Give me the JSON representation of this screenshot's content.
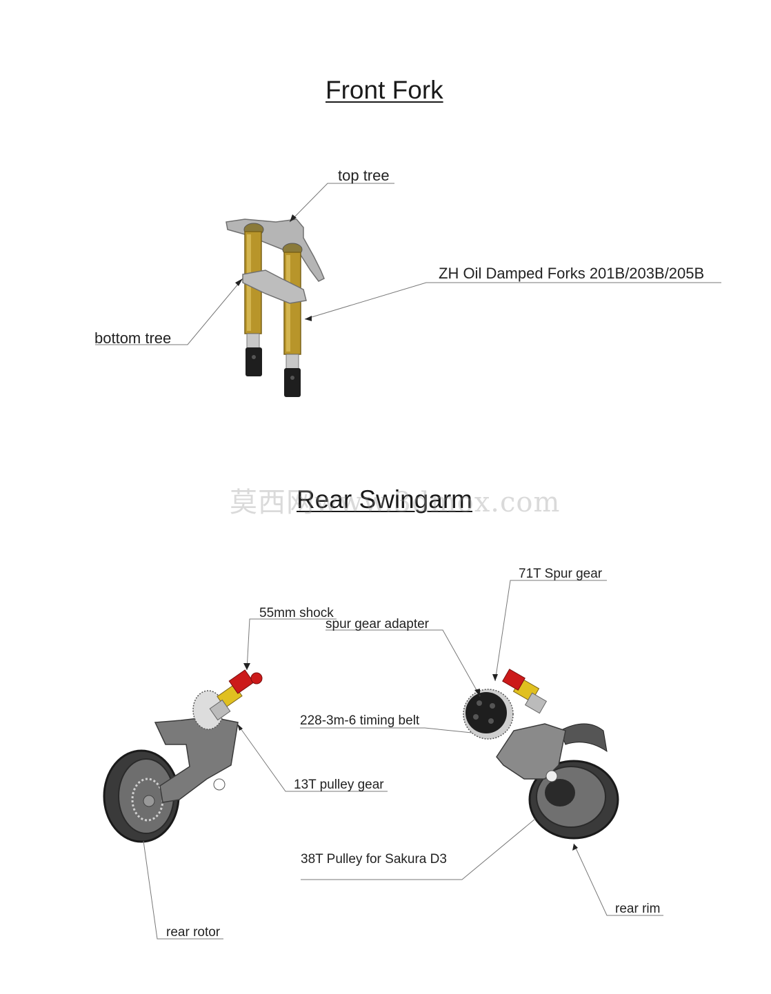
{
  "sections": {
    "front": {
      "title": "Front Fork"
    },
    "rear": {
      "title": "Rear Swingarm"
    }
  },
  "labels": {
    "top_tree": "top tree",
    "bottom_tree": "bottom tree",
    "forks": "ZH Oil Damped Forks 201B/203B/205B",
    "shock": "55mm shock",
    "spur_adapter": "spur gear adapter",
    "spur_gear": "71T Spur gear",
    "timing_belt": "228-3m-6 timing belt",
    "pulley13": "13T pulley gear",
    "pulley38": "38T Pulley for Sakura D3",
    "rear_rim": "rear rim",
    "rear_rotor": "rear rotor"
  },
  "watermark": "莫西网www.3dmox.com",
  "colors": {
    "gold": "#b8952a",
    "steel": "#9a9a9a",
    "dark": "#2a2a2a",
    "red": "#cc1a1a",
    "spring": "#e0c020"
  }
}
